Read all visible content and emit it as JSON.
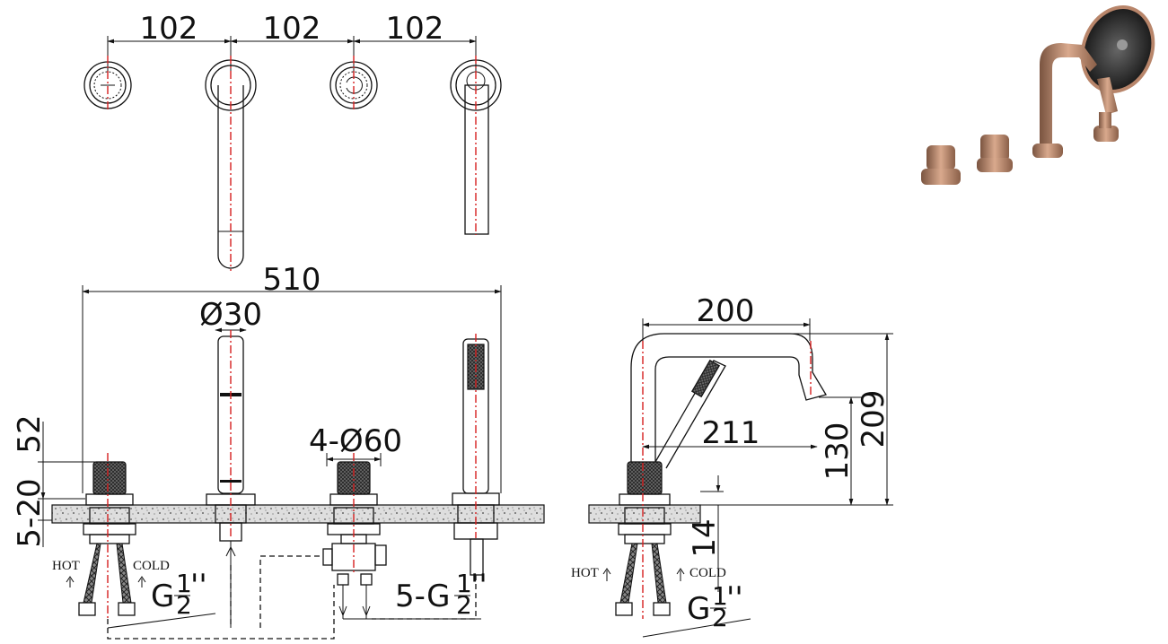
{
  "dimensions": {
    "spacing_1": "102",
    "spacing_2": "102",
    "spacing_3": "102",
    "overall_width": "510",
    "spout_diameter": "Ø30",
    "handle_diameter": "4-Ø60",
    "handle_height": "52",
    "deck_thickness": "5-20",
    "spout_reach": "200",
    "spout_projection": "211",
    "spout_outlet_height": "130",
    "spout_total_height": "209",
    "shank_height": "14"
  },
  "connections": {
    "hot_label": "HOT",
    "cold_label": "COLD",
    "thread_front": {
      "prefix": "G",
      "num": "1",
      "den": "2",
      "suffix": "''"
    },
    "thread_outlets": {
      "prefix": "5-G",
      "num": "1",
      "den": "2",
      "suffix": "''"
    },
    "thread_side": {
      "prefix": "G",
      "num": "1",
      "den": "2",
      "suffix": "''"
    }
  },
  "colors": {
    "line": "#111111",
    "centerline": "#d62020",
    "product_finish": "#b8856a"
  }
}
